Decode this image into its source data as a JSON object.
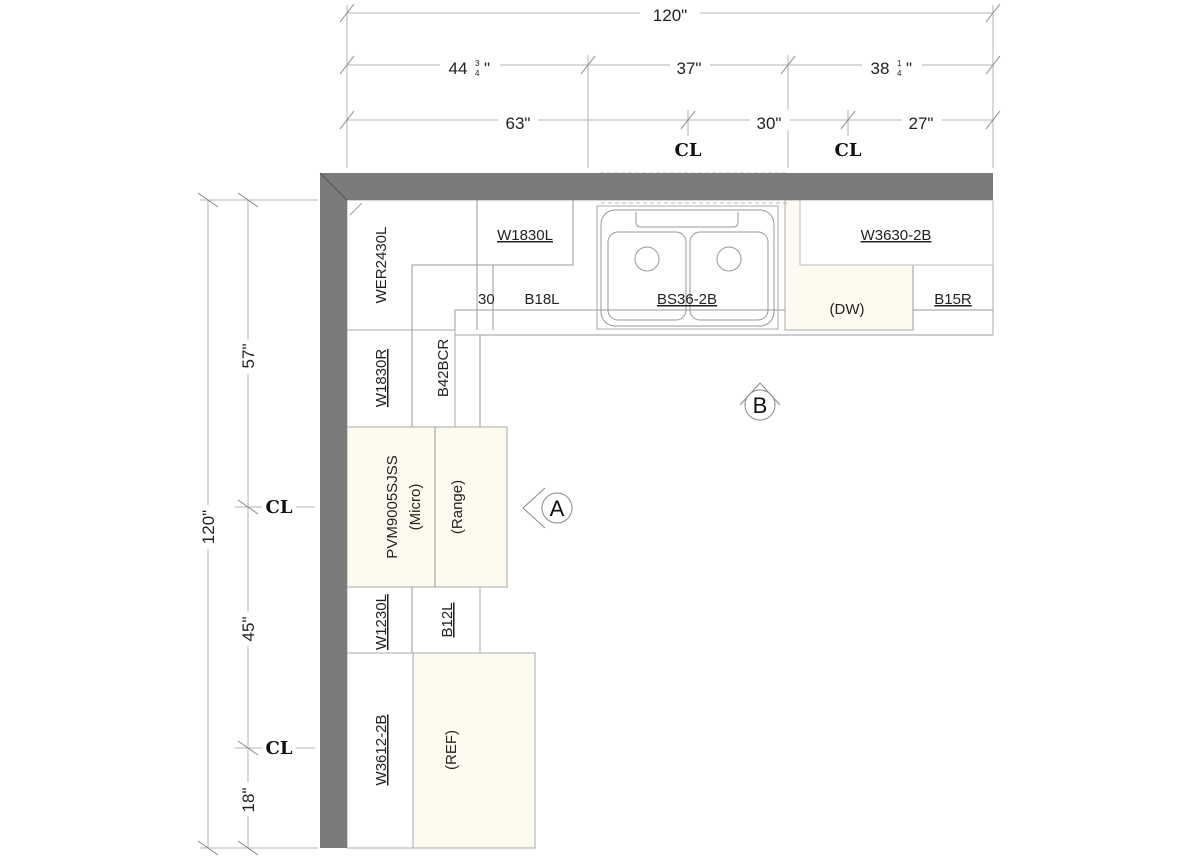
{
  "top_dimensions": {
    "overall": "120\"",
    "row2": [
      "44",
      "37\"",
      "38"
    ],
    "row2_fractions": [
      {
        "num": "3",
        "den": "4"
      },
      {
        "num": "1",
        "den": "4"
      }
    ],
    "inch_mark": "\"",
    "row3": [
      "63\"",
      "30\"",
      "27\""
    ]
  },
  "left_dimensions": {
    "overall": "120\"",
    "segments": [
      "57\"",
      "45\"",
      "18\""
    ]
  },
  "centerline_symbol": "CL",
  "cabinets": {
    "wer2430l": "WER2430L",
    "w1830l": "W1830L",
    "filler": "30",
    "b18l": "B18L",
    "bs36_2b": "BS36-2B",
    "dw": "(DW)",
    "w3630_2b": "W3630-2B",
    "b15r": "B15R",
    "w1830r": "W1830R",
    "b42bcr": "B42BCR",
    "pvm9005sjss": "PVM9005SJSS",
    "micro": "(Micro)",
    "range": "(Range)",
    "w1230l": "W1230L",
    "b12l": "B12L",
    "w3612_2b": "W3612-2B",
    "ref": "(REF)"
  },
  "elevation_markers": {
    "a": "A",
    "b": "B"
  },
  "colors": {
    "wall": "#7b7b7b",
    "appliance": "#fdfaef"
  }
}
